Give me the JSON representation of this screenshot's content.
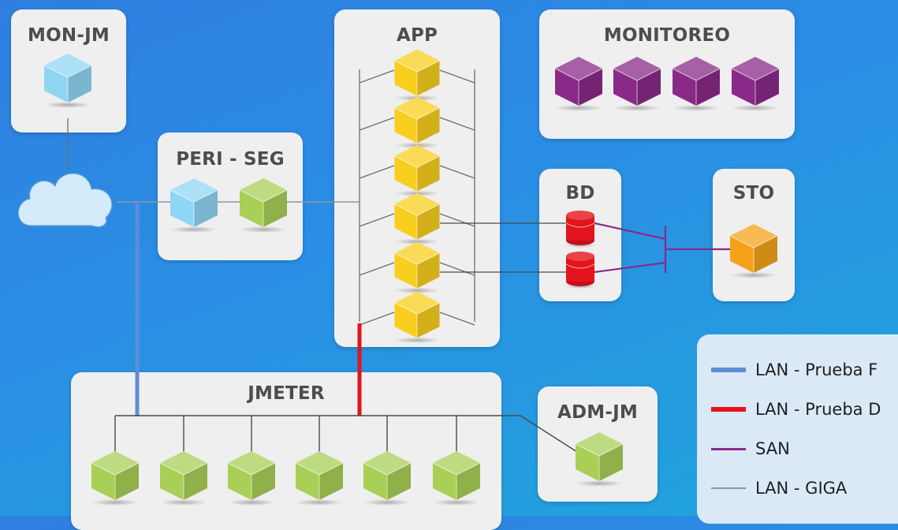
{
  "panels": {
    "mon_jm": {
      "title": "MON-JM"
    },
    "app": {
      "title": "APP"
    },
    "monitoreo": {
      "title": "MONITOREO"
    },
    "peri_seg": {
      "title": "PERI - SEG"
    },
    "bd": {
      "title": "BD"
    },
    "sto": {
      "title": "STO"
    },
    "jmeter": {
      "title": "JMETER"
    },
    "adm_jm": {
      "title": "ADM-JM"
    }
  },
  "legend": {
    "items": [
      {
        "label": "LAN - Prueba F",
        "color": "#5b8fd6"
      },
      {
        "label": "LAN - Prueba D",
        "color": "#e3141b"
      },
      {
        "label": "SAN",
        "color": "#8a2a8c"
      },
      {
        "label": "LAN - GIGA",
        "color": "#8a96a6"
      }
    ]
  },
  "colors": {
    "cube_blue": "#8fd6f4",
    "cube_green": "#a9cf57",
    "cube_yellow": "#f8cf1e",
    "cube_purple": "#8a2a88",
    "cube_orange": "#f5a21a",
    "db_red": "#e3141b",
    "cloud": "#d4ebfb"
  }
}
